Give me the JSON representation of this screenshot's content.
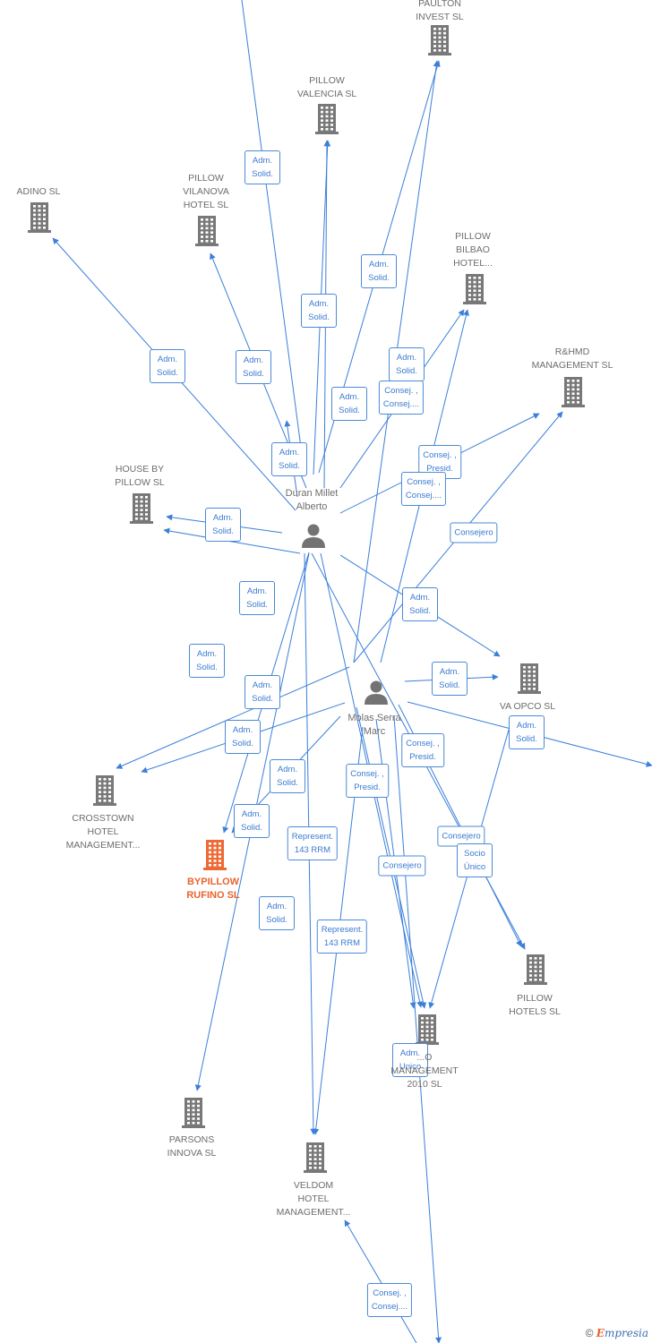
{
  "colors": {
    "edge": "#3b7fd9",
    "company": "#787878",
    "company_focus": "#ee6a34",
    "person": "#737373"
  },
  "nodes": [
    {
      "id": "paulton",
      "label": "PAULTON\nINVEST  SL",
      "icon": "building-icon"
    },
    {
      "id": "pillow_valencia",
      "label": "PILLOW\nVALENCIA  SL",
      "icon": "building-icon"
    },
    {
      "id": "adino",
      "label": "ADINO  SL",
      "icon": "building-icon"
    },
    {
      "id": "pillow_vilanova",
      "label": "PILLOW\nVILANOVA\nHOTEL  SL",
      "icon": "building-icon"
    },
    {
      "id": "pillow_bilbao",
      "label": "PILLOW\nBILBAO\nHOTEL...",
      "icon": "building-icon"
    },
    {
      "id": "rhmd",
      "label": "R&HMD\nMANAGEMENT SL",
      "icon": "building-icon"
    },
    {
      "id": "house_by_pillow",
      "label": "HOUSE BY\nPILLOW  SL",
      "icon": "building-icon"
    },
    {
      "id": "duran",
      "label": "Duran Millet\nAlberto",
      "icon": "person-icon"
    },
    {
      "id": "va_opco",
      "label": "VA OPCO  SL",
      "icon": "building-icon"
    },
    {
      "id": "molas",
      "label": "Molas Serra\nMarc",
      "icon": "person-icon"
    },
    {
      "id": "crosstown",
      "label": "CROSSTOWN\nHOTEL\nMANAGEMENT...",
      "icon": "building-icon"
    },
    {
      "id": "bypillow",
      "label": "BYPILLOW\nRUFINO  SL",
      "icon": "building-icon",
      "focus": true
    },
    {
      "id": "pillow_hotels",
      "label": "PILLOW\nHOTELS  SL",
      "icon": "building-icon"
    },
    {
      "id": "management_2010",
      "label": "...O\nMANAGEMENT\n2010 SL",
      "icon": "building-icon"
    },
    {
      "id": "parsons",
      "label": "PARSONS\nINNOVA SL",
      "icon": "building-icon"
    },
    {
      "id": "veldom",
      "label": "VELDOM\nHOTEL\nMANAGEMENT...",
      "icon": "building-icon"
    }
  ],
  "edges": [
    {
      "label": "Adm.\nSolid."
    },
    {
      "label": "Adm.\nSolid."
    },
    {
      "label": "Adm.\nSolid."
    },
    {
      "label": "Adm.\nSolid."
    },
    {
      "label": "Adm.\nSolid."
    },
    {
      "label": "Adm.\nSolid."
    },
    {
      "label": "Adm.\nSolid."
    },
    {
      "label": "Consej. ,\nConsej...."
    },
    {
      "label": "Adm.\nSolid."
    },
    {
      "label": "Consej. ,\nPresid."
    },
    {
      "label": "Consej. ,\nConsej...."
    },
    {
      "label": "Adm.\nSolid."
    },
    {
      "label": "Consejero"
    },
    {
      "label": "Adm.\nSolid."
    },
    {
      "label": "Adm.\nSolid."
    },
    {
      "label": "Adm.\nSolid."
    },
    {
      "label": "Adm.\nSolid."
    },
    {
      "label": "Adm.\nSolid."
    },
    {
      "label": "Adm.\nSolid."
    },
    {
      "label": "Consej. ,\nPresid."
    },
    {
      "label": "Adm.\nSolid."
    },
    {
      "label": "Consej. ,\nPresid."
    },
    {
      "label": "Adm.\nSolid."
    },
    {
      "label": "Represent.\n143 RRM"
    },
    {
      "label": "Consejero"
    },
    {
      "label": "Consejero"
    },
    {
      "label": "Socio\nÚnico"
    },
    {
      "label": "Adm.\nSolid."
    },
    {
      "label": "Represent.\n143 RRM"
    },
    {
      "label": "Adm.\nUnico"
    },
    {
      "label": "Consej. ,\nConsej...."
    },
    {
      "label": "Adm.\nSolid."
    }
  ],
  "footer": {
    "copyright": "©",
    "brand_initial": "E",
    "brand_rest": "mpresia"
  }
}
